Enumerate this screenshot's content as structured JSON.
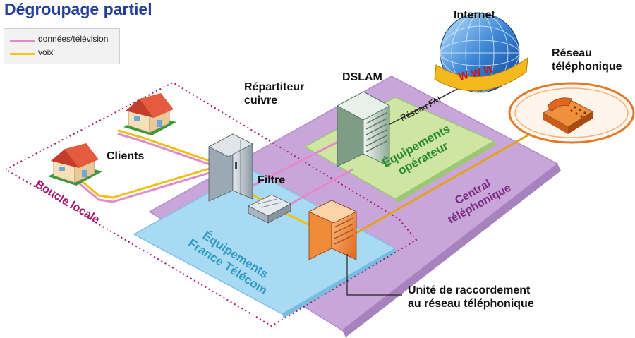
{
  "title": "Dégroupage partiel",
  "legend": {
    "items": [
      {
        "label": "données/télévision",
        "color": "#e58ac8"
      },
      {
        "label": "voix",
        "color": "#f5c518"
      }
    ]
  },
  "labels": {
    "internet": "Internet",
    "www": "W W W",
    "reseau_telephonique": [
      "Réseau",
      "téléphonique"
    ],
    "dslam": "DSLAM",
    "reseau_fai": "Réseau FAI",
    "repartiteur": [
      "Répartiteur",
      "cuivre"
    ],
    "clients": "Clients",
    "filtre": "Filtre",
    "equip_operateur": [
      "Équipements",
      "opérateur"
    ],
    "central": [
      "Central",
      "téléphonique"
    ],
    "boucle": "Boucle locale",
    "equip_ft": [
      "Équipements",
      "France Télécom"
    ],
    "unite": [
      "Unité de raccordement",
      "au réseau téléphonique"
    ]
  },
  "colors": {
    "title": "#243f9a",
    "boucle": "#a8176e",
    "operateur_text": "#2a8a2e",
    "central_text": "#7a2c85",
    "ft_text": "#2f9ac4",
    "central_zone": "#c9a6d9",
    "operateur_zone": "#cfe6a3",
    "ft_zone": "#a9daf3"
  }
}
